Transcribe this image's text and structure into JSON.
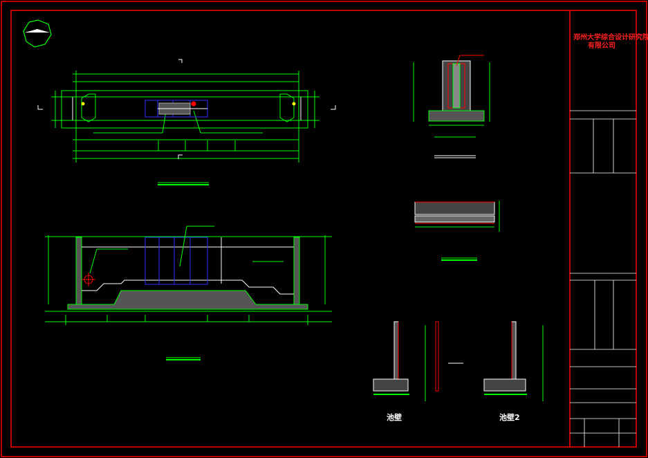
{
  "title_block": {
    "company_line1": "郑州大学综合设计研究院",
    "company_line2": "有限公司"
  },
  "section_labels": {
    "wall1": "池壁",
    "wall2": "池壁2"
  },
  "colors": {
    "frame": "#ff0000",
    "lines": "#00ff00",
    "text": "#ffffff",
    "pipe": "#0000ff",
    "accent": "#ff0000"
  }
}
